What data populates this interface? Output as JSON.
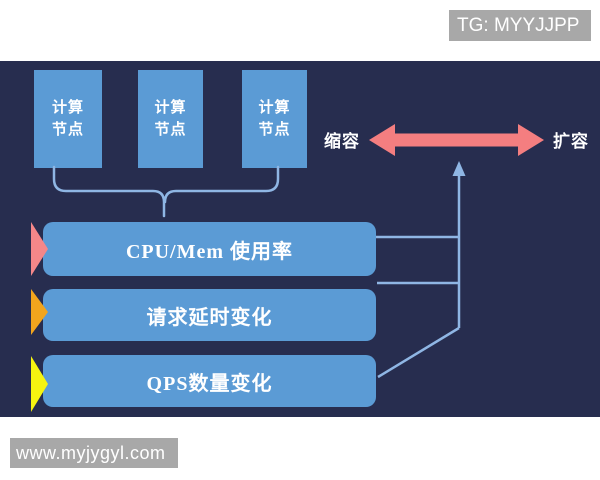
{
  "watermarks": {
    "top_badge": "TG: MYYJJPP",
    "bottom_badge": "www.myjygyl.com"
  },
  "diagram": {
    "compute_nodes": [
      {
        "label": "计算节点"
      },
      {
        "label": "计算节点"
      },
      {
        "label": "计算节点"
      }
    ],
    "scale_axis": {
      "left_label": "缩容",
      "right_label": "扩容"
    },
    "metrics": [
      {
        "label": "CPU/Mem 使用率",
        "marker_color": "#f48789"
      },
      {
        "label": "请求延时变化",
        "marker_color": "#f2a51d"
      },
      {
        "label": "QPS数量变化",
        "marker_color": "#f6f410"
      }
    ],
    "colors": {
      "panel_background": "#272d4f",
      "node_fill": "#5b9bd5",
      "connector": "#8fb6e4",
      "scale_arrow": "#f47e80",
      "badge_background": "#a8a8a8"
    }
  }
}
